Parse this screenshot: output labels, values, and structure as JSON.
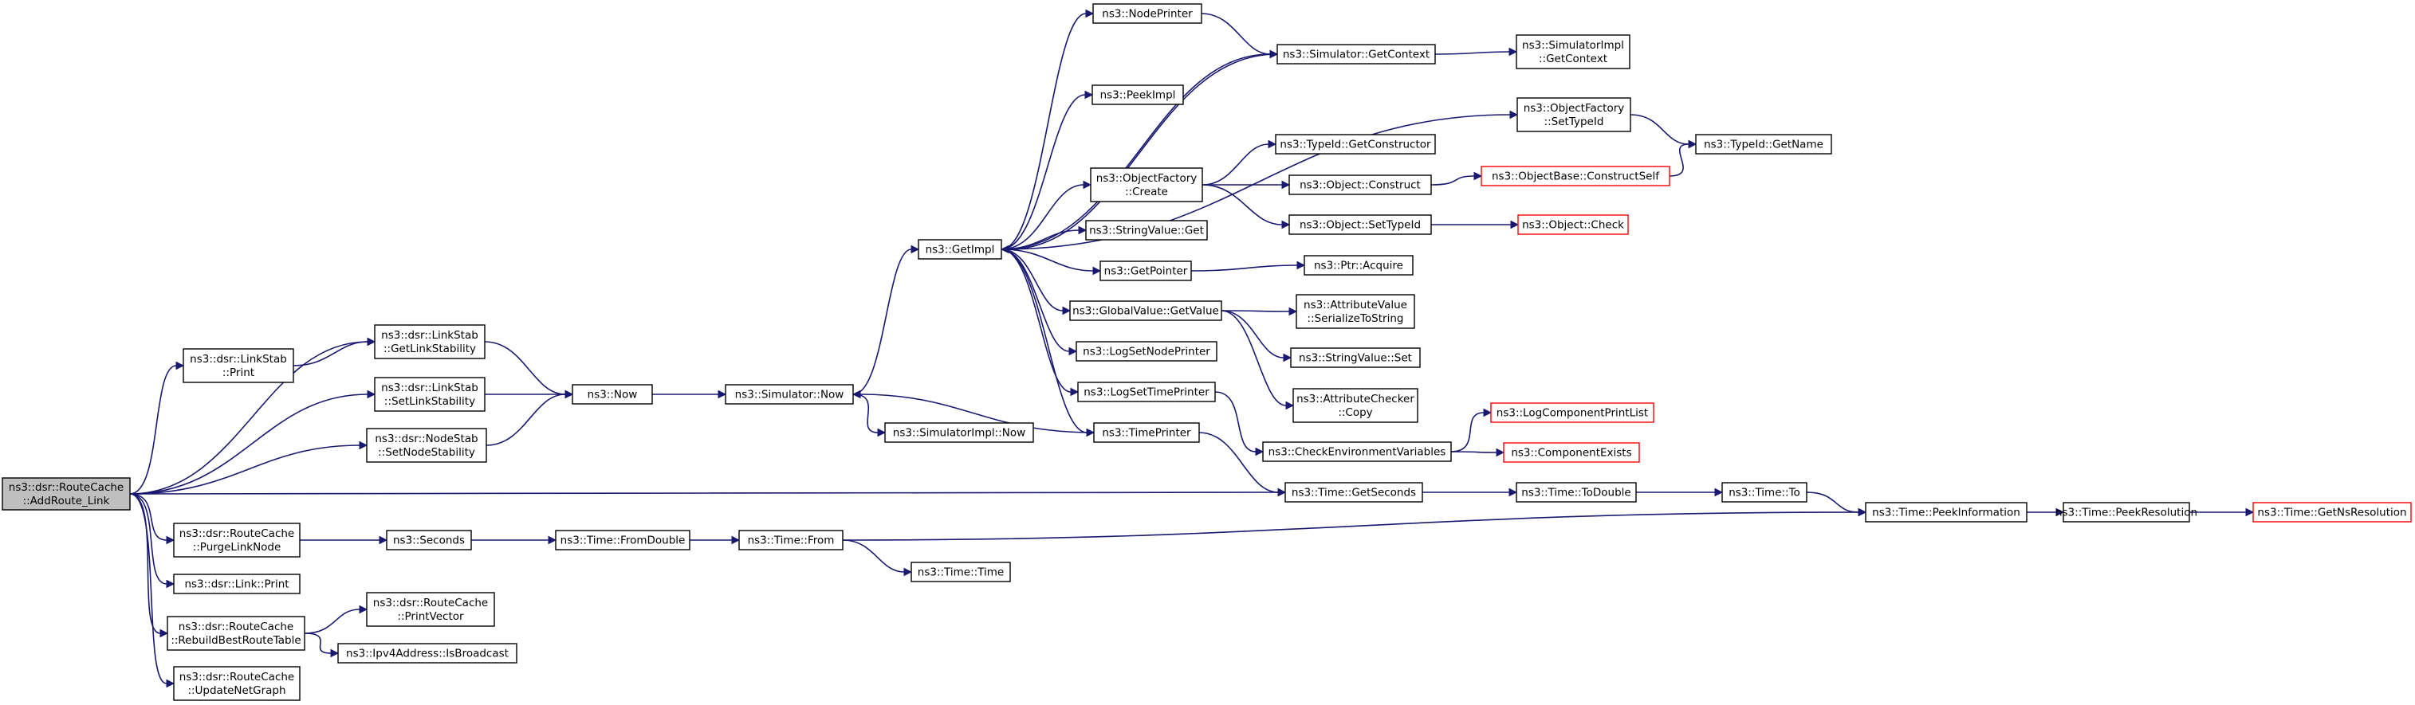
{
  "nodes": [
    {
      "id": "root",
      "lines": [
        "ns3::dsr::RouteCache",
        "::AddRoute_Link"
      ],
      "style": "root"
    },
    {
      "id": "linkstab_print",
      "lines": [
        "ns3::dsr::LinkStab",
        "::Print"
      ]
    },
    {
      "id": "getlinkstab",
      "lines": [
        "ns3::dsr::LinkStab",
        "::GetLinkStability"
      ]
    },
    {
      "id": "setlinkstab",
      "lines": [
        "ns3::dsr::LinkStab",
        "::SetLinkStability"
      ]
    },
    {
      "id": "setnodestab",
      "lines": [
        "ns3::dsr::NodeStab",
        "::SetNodeStability"
      ]
    },
    {
      "id": "now",
      "lines": [
        "ns3::Now"
      ]
    },
    {
      "id": "simnow",
      "lines": [
        "ns3::Simulator::Now"
      ]
    },
    {
      "id": "simimplnow",
      "lines": [
        "ns3::SimulatorImpl::Now"
      ]
    },
    {
      "id": "getimpl",
      "lines": [
        "ns3::GetImpl"
      ]
    },
    {
      "id": "nodeprinter",
      "lines": [
        "ns3::NodePrinter"
      ]
    },
    {
      "id": "simgetctx",
      "lines": [
        "ns3::Simulator::GetContext"
      ]
    },
    {
      "id": "simimplgetctx",
      "lines": [
        "ns3::SimulatorImpl",
        "::GetContext"
      ]
    },
    {
      "id": "peekimpl",
      "lines": [
        "ns3::PeekImpl"
      ]
    },
    {
      "id": "ofsettypeid",
      "lines": [
        "ns3::ObjectFactory",
        "::SetTypeId"
      ]
    },
    {
      "id": "typeidgetname",
      "lines": [
        "ns3::TypeId::GetName"
      ]
    },
    {
      "id": "typeidgetctor",
      "lines": [
        "ns3::TypeId::GetConstructor"
      ]
    },
    {
      "id": "ofcreate",
      "lines": [
        "ns3::ObjectFactory",
        "::Create"
      ]
    },
    {
      "id": "objconstruct",
      "lines": [
        "ns3::Object::Construct"
      ]
    },
    {
      "id": "objbaseconstruct",
      "lines": [
        "ns3::ObjectBase::ConstructSelf"
      ],
      "style": "red"
    },
    {
      "id": "objsettypeid",
      "lines": [
        "ns3::Object::SetTypeId"
      ]
    },
    {
      "id": "objcheck",
      "lines": [
        "ns3::Object::Check"
      ],
      "style": "red"
    },
    {
      "id": "stringvalget",
      "lines": [
        "ns3::StringValue::Get"
      ]
    },
    {
      "id": "getpointer",
      "lines": [
        "ns3::GetPointer"
      ]
    },
    {
      "id": "ptracquire",
      "lines": [
        "ns3::Ptr::Acquire"
      ]
    },
    {
      "id": "gvgetvalue",
      "lines": [
        "ns3::GlobalValue::GetValue"
      ]
    },
    {
      "id": "attrserialize",
      "lines": [
        "ns3::AttributeValue",
        "::SerializeToString"
      ]
    },
    {
      "id": "stringvalset",
      "lines": [
        "ns3::StringValue::Set"
      ]
    },
    {
      "id": "attrcheckercopy",
      "lines": [
        "ns3::AttributeChecker",
        "::Copy"
      ]
    },
    {
      "id": "logsetnodeprinter",
      "lines": [
        "ns3::LogSetNodePrinter"
      ]
    },
    {
      "id": "logsettimeprinter",
      "lines": [
        "ns3::LogSetTimePrinter"
      ]
    },
    {
      "id": "timeprinter",
      "lines": [
        "ns3::TimePrinter"
      ]
    },
    {
      "id": "checkenv",
      "lines": [
        "ns3::CheckEnvironmentVariables"
      ]
    },
    {
      "id": "logcomplist",
      "lines": [
        "ns3::LogComponentPrintList"
      ],
      "style": "red"
    },
    {
      "id": "compexists",
      "lines": [
        "ns3::ComponentExists"
      ],
      "style": "red"
    },
    {
      "id": "timegetseconds",
      "lines": [
        "ns3::Time::GetSeconds"
      ]
    },
    {
      "id": "timetodouble",
      "lines": [
        "ns3::Time::ToDouble"
      ]
    },
    {
      "id": "timeto",
      "lines": [
        "ns3::Time::To"
      ]
    },
    {
      "id": "timepeekinfo",
      "lines": [
        "ns3::Time::PeekInformation"
      ]
    },
    {
      "id": "timepeekres",
      "lines": [
        "ns3::Time::PeekResolution"
      ]
    },
    {
      "id": "timegetnsres",
      "lines": [
        "ns3::Time::GetNsResolution"
      ],
      "style": "red"
    },
    {
      "id": "purgelinknode",
      "lines": [
        "ns3::dsr::RouteCache",
        "::PurgeLinkNode"
      ]
    },
    {
      "id": "seconds",
      "lines": [
        "ns3::Seconds"
      ]
    },
    {
      "id": "timefromdouble",
      "lines": [
        "ns3::Time::FromDouble"
      ]
    },
    {
      "id": "timefrom",
      "lines": [
        "ns3::Time::From"
      ]
    },
    {
      "id": "timetime",
      "lines": [
        "ns3::Time::Time"
      ]
    },
    {
      "id": "linkprint",
      "lines": [
        "ns3::dsr::Link::Print"
      ]
    },
    {
      "id": "rebuild",
      "lines": [
        "ns3::dsr::RouteCache",
        "::RebuildBestRouteTable"
      ]
    },
    {
      "id": "printvector",
      "lines": [
        "ns3::dsr::RouteCache",
        "::PrintVector"
      ]
    },
    {
      "id": "ipv4isbroadcast",
      "lines": [
        "ns3::Ipv4Address::IsBroadcast"
      ]
    },
    {
      "id": "updatenetgraph",
      "lines": [
        "ns3::dsr::RouteCache",
        "::UpdateNetGraph"
      ]
    }
  ],
  "edges": [
    [
      "root",
      "getlinkstab"
    ],
    [
      "root",
      "linkstab_print"
    ],
    [
      "root",
      "setlinkstab"
    ],
    [
      "root",
      "setnodestab"
    ],
    [
      "root",
      "timegetseconds"
    ],
    [
      "root",
      "purgelinknode"
    ],
    [
      "root",
      "linkprint"
    ],
    [
      "root",
      "rebuild"
    ],
    [
      "root",
      "updatenetgraph"
    ],
    [
      "linkstab_print",
      "getlinkstab"
    ],
    [
      "getlinkstab",
      "now"
    ],
    [
      "setlinkstab",
      "now"
    ],
    [
      "setnodestab",
      "now"
    ],
    [
      "now",
      "simnow"
    ],
    [
      "simnow",
      "getimpl"
    ],
    [
      "simnow",
      "simimplnow"
    ],
    [
      "getimpl",
      "nodeprinter"
    ],
    [
      "getimpl",
      "simgetctx"
    ],
    [
      "getimpl",
      "peekimpl"
    ],
    [
      "getimpl",
      "ofsettypeid"
    ],
    [
      "getimpl",
      "ofcreate"
    ],
    [
      "getimpl",
      "stringvalget"
    ],
    [
      "getimpl",
      "getpointer"
    ],
    [
      "getimpl",
      "gvgetvalue"
    ],
    [
      "getimpl",
      "logsetnodeprinter"
    ],
    [
      "getimpl",
      "logsettimeprinter"
    ],
    [
      "getimpl",
      "timeprinter"
    ],
    [
      "nodeprinter",
      "simgetctx"
    ],
    [
      "simgetctx",
      "simimplgetctx"
    ],
    [
      "simgetctx",
      "getimpl"
    ],
    [
      "ofsettypeid",
      "typeidgetname"
    ],
    [
      "ofcreate",
      "typeidgetctor"
    ],
    [
      "ofcreate",
      "objconstruct"
    ],
    [
      "ofcreate",
      "objsettypeid"
    ],
    [
      "objconstruct",
      "objbaseconstruct"
    ],
    [
      "objbaseconstruct",
      "typeidgetname"
    ],
    [
      "objsettypeid",
      "objcheck"
    ],
    [
      "getpointer",
      "ptracquire"
    ],
    [
      "gvgetvalue",
      "attrserialize"
    ],
    [
      "gvgetvalue",
      "stringvalset"
    ],
    [
      "gvgetvalue",
      "attrcheckercopy"
    ],
    [
      "logsettimeprinter",
      "checkenv"
    ],
    [
      "timeprinter",
      "simnow"
    ],
    [
      "timeprinter",
      "timegetseconds"
    ],
    [
      "checkenv",
      "logcomplist"
    ],
    [
      "checkenv",
      "compexists"
    ],
    [
      "timegetseconds",
      "timetodouble"
    ],
    [
      "timetodouble",
      "timeto"
    ],
    [
      "timeto",
      "timepeekinfo"
    ],
    [
      "timepeekinfo",
      "timepeekres"
    ],
    [
      "timepeekres",
      "timegetnsres"
    ],
    [
      "purgelinknode",
      "seconds"
    ],
    [
      "seconds",
      "timefromdouble"
    ],
    [
      "timefromdouble",
      "timefrom"
    ],
    [
      "timefrom",
      "timepeekinfo"
    ],
    [
      "timefrom",
      "timetime"
    ],
    [
      "rebuild",
      "printvector"
    ],
    [
      "rebuild",
      "ipv4isbroadcast"
    ]
  ]
}
